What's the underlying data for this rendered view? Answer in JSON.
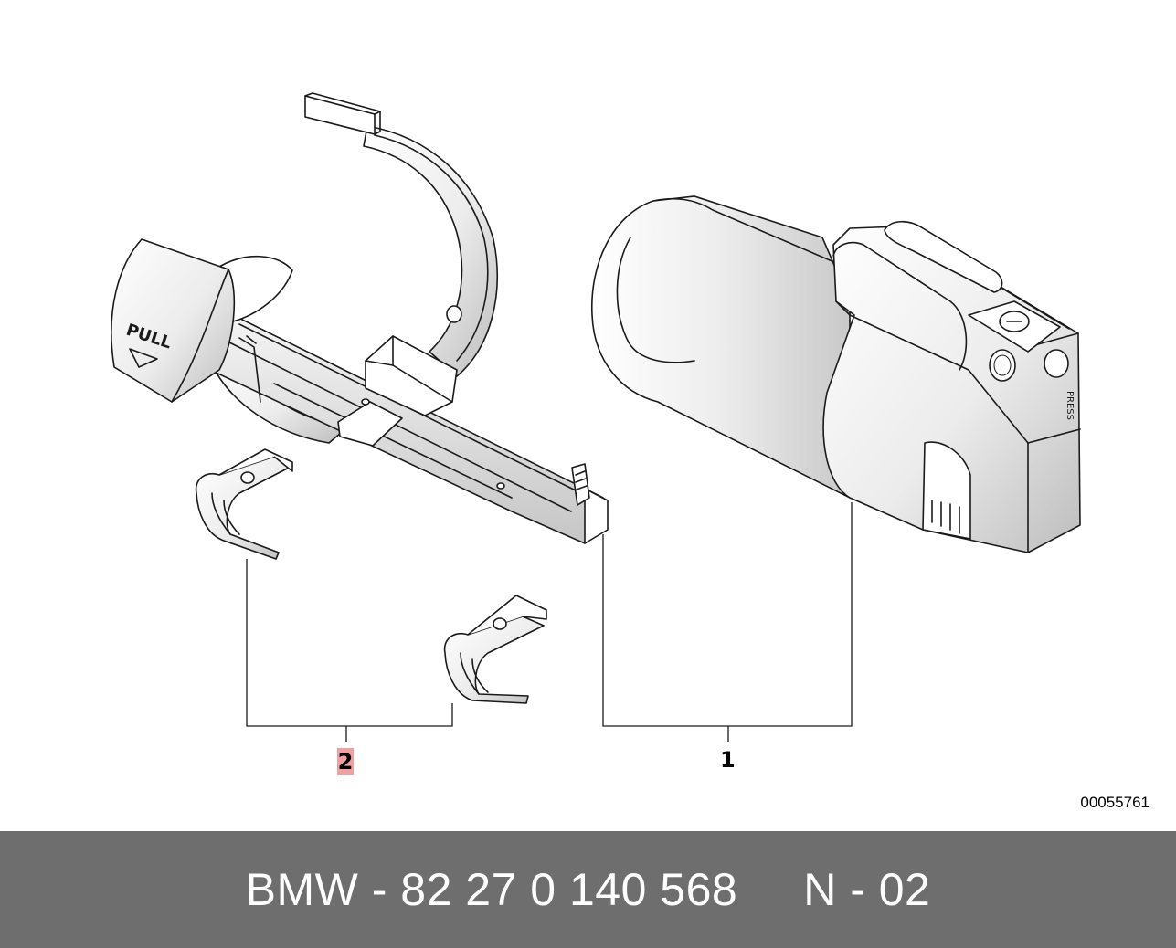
{
  "callouts": {
    "part_1": "1",
    "part_2": "2"
  },
  "embossed_text": {
    "pull": "PULL",
    "press": "PRESS"
  },
  "ref_number": "00055761",
  "footer": {
    "part_text": "BMW - 82 27 0 140 568",
    "code_text": "N - 02"
  },
  "colors": {
    "footer_bg": "#6e6e6e",
    "highlight": "#f0a0a0"
  }
}
